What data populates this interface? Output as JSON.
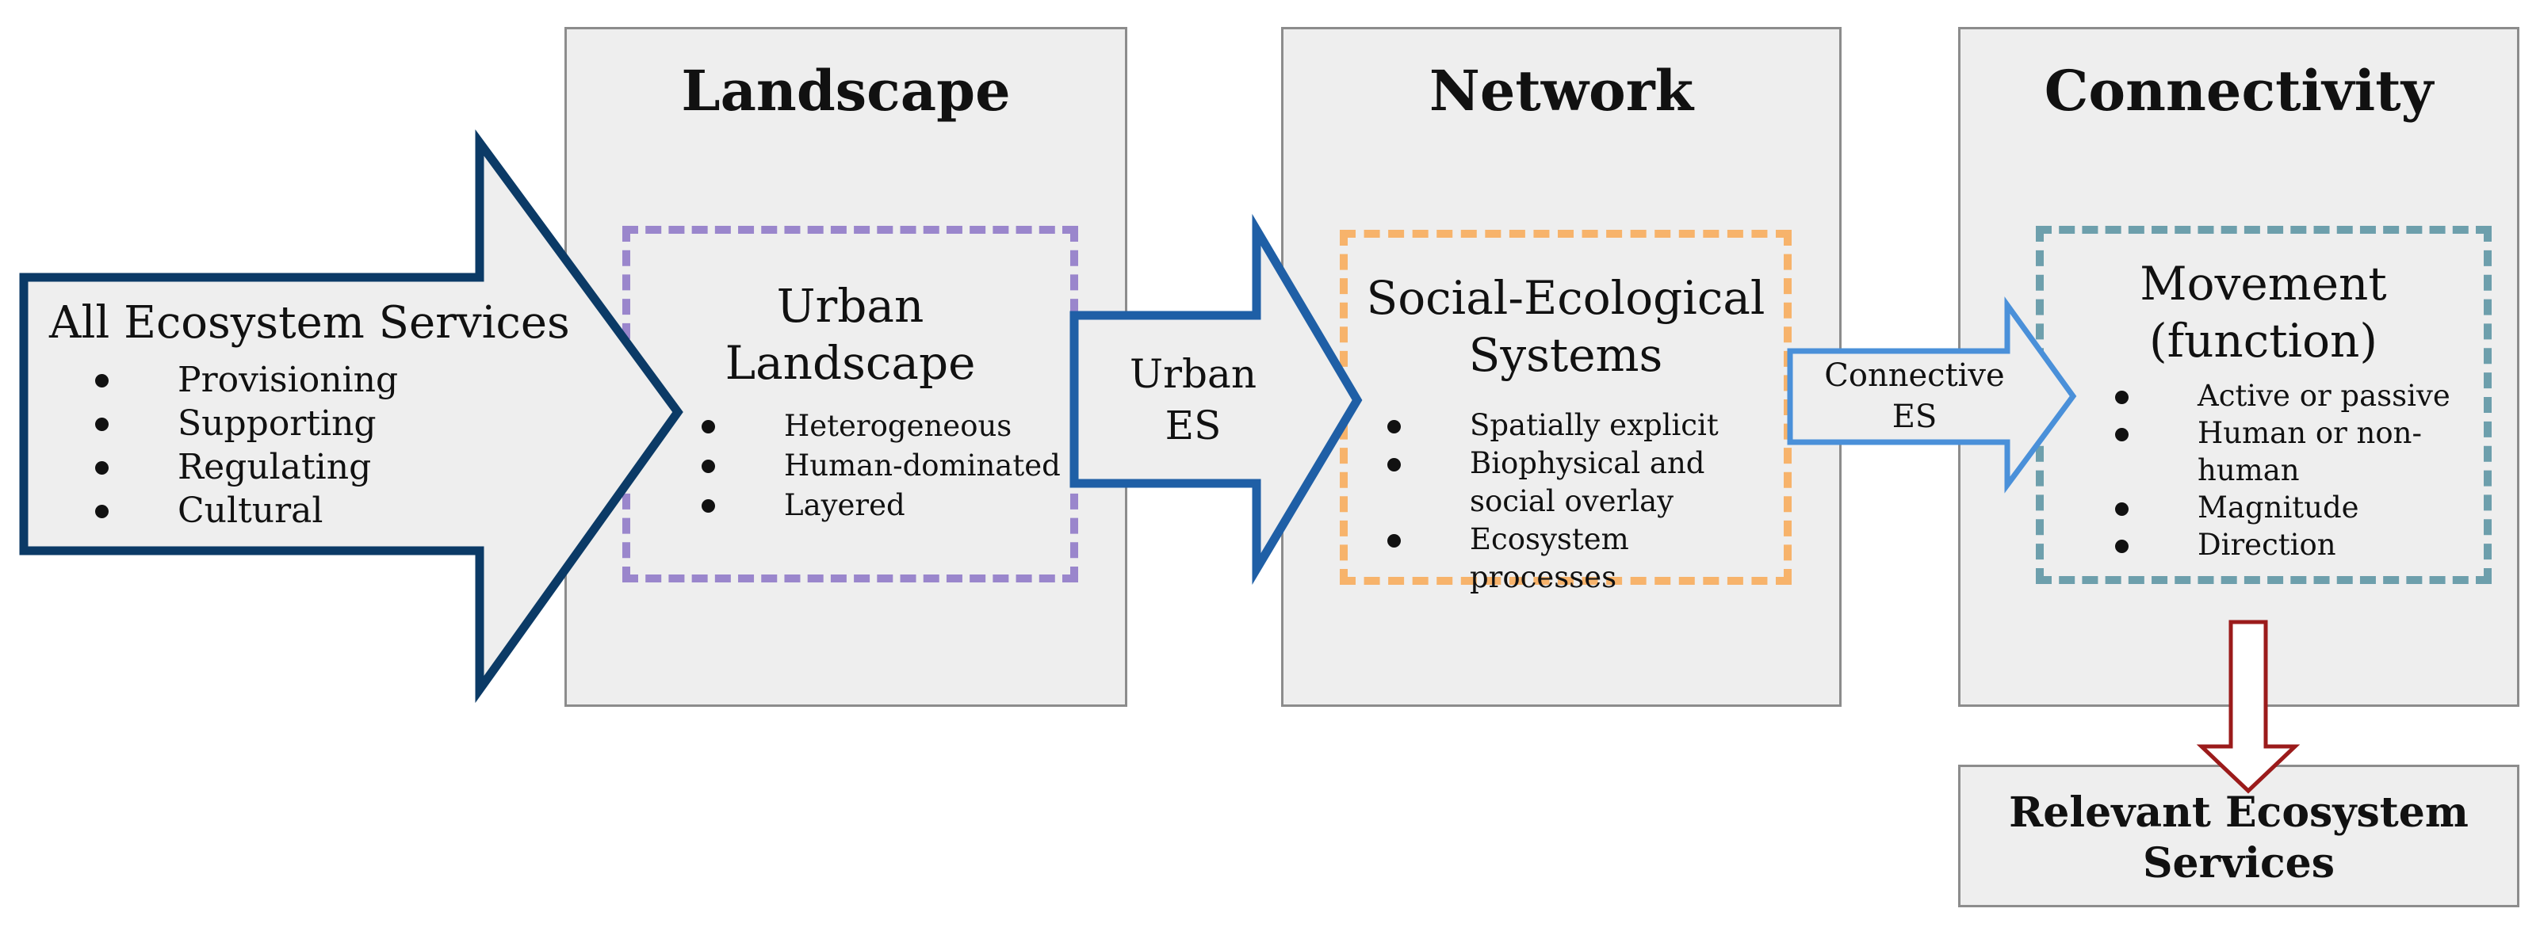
{
  "colors": {
    "dark_arrow": "#0b3a66",
    "mid_arrow": "#1f5fa6",
    "light_arrow": "#4a90d9",
    "red_arrow": "#9b1b1b",
    "purple_dash": "#9a86cc",
    "orange_dash": "#f7b36b",
    "teal_dash": "#6d9fac",
    "panel_fill": "#eeeeee"
  },
  "panels": {
    "landscape": {
      "title": "Landscape",
      "inner_title": "Urban Landscape",
      "items": [
        "Heterogeneous",
        "Human-dominated",
        "Layered"
      ]
    },
    "network": {
      "title": "Network",
      "inner_title": "Social-Ecological Systems",
      "items": [
        "Spatially explicit",
        "Biophysical and social overlay",
        "Ecosystem processes"
      ]
    },
    "connectivity": {
      "title": "Connectivity",
      "inner_title": "Movement (function)",
      "items": [
        "Active or passive",
        "Human or non-human",
        "Magnitude",
        "Direction"
      ]
    }
  },
  "arrows": {
    "all_es": {
      "title": "All Ecosystem Services",
      "items": [
        "Provisioning",
        "Supporting",
        "Regulating",
        "Cultural"
      ]
    },
    "urban_es": {
      "label": "Urban ES"
    },
    "connective_es": {
      "label": "Connective ES"
    }
  },
  "output": {
    "label": "Relevant Ecosystem Services"
  }
}
